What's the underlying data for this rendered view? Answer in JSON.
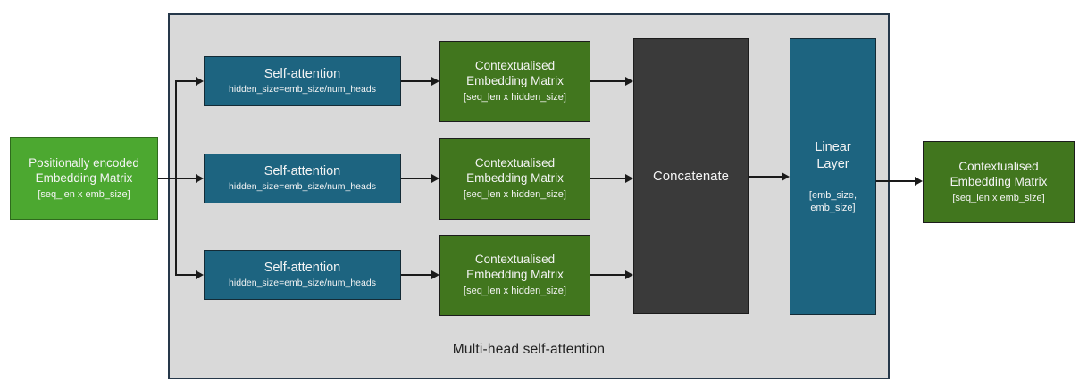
{
  "diagram": {
    "title": "Multi-head self-attention",
    "input_box": {
      "line1": "Positionally encoded",
      "line2": "Embedding Matrix",
      "dims": "[seq_len x emb_size]"
    },
    "heads": [
      {
        "attention": {
          "title": "Self-attention",
          "subtitle": "hidden_size=emb_size/num_heads"
        },
        "output": {
          "line1": "Contextualised",
          "line2": "Embedding Matrix",
          "dims": "[seq_len x hidden_size]"
        }
      },
      {
        "attention": {
          "title": "Self-attention",
          "subtitle": "hidden_size=emb_size/num_heads"
        },
        "output": {
          "line1": "Contextualised",
          "line2": "Embedding Matrix",
          "dims": "[seq_len x hidden_size]"
        }
      },
      {
        "attention": {
          "title": "Self-attention",
          "subtitle": "hidden_size=emb_size/num_heads"
        },
        "output": {
          "line1": "Contextualised",
          "line2": "Embedding Matrix",
          "dims": "[seq_len x hidden_size]"
        }
      }
    ],
    "concatenate_label": "Concatenate",
    "linear_layer": {
      "line1": "Linear",
      "line2": "Layer",
      "dims_line1": "[emb_size,",
      "dims_line2": "emb_size]"
    },
    "output_box": {
      "line1": "Contextualised",
      "line2": "Embedding Matrix",
      "dims": "[seq_len x emb_size]"
    },
    "colors": {
      "green-bright": "#4CA830",
      "green-dark": "#41761E",
      "blue": "#1D6480",
      "dark": "#3A3A3A",
      "container-bg": "#D9D9D9",
      "container-border": "#26384A",
      "arrow": "#1a1a1a",
      "text-light": "#F4F4F4",
      "text-dark": "#212121"
    }
  }
}
